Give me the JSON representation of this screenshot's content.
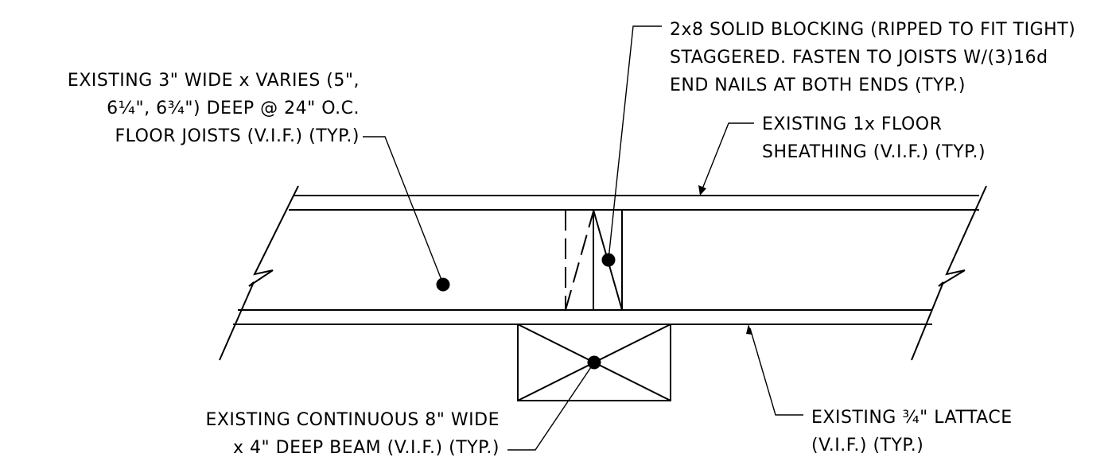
{
  "labels": {
    "joists": [
      "EXISTING 3\" WIDE x VARIES (5\",",
      "6¼\", 6¾\") DEEP @ 24\" O.C.",
      "FLOOR JOISTS (V.I.F.) (TYP.)"
    ],
    "blocking": [
      "2x8 SOLID BLOCKING (RIPPED TO FIT TIGHT)",
      "STAGGERED. FASTEN TO JOISTS W/(3)16d",
      "END NAILS AT BOTH ENDS (TYP.)"
    ],
    "sheathing": [
      "EXISTING 1x FLOOR",
      "SHEATHING (V.I.F.) (TYP.)"
    ],
    "beam": [
      "EXISTING CONTINUOUS 8\" WIDE",
      "x 4\" DEEP BEAM (V.I.F.) (TYP.)"
    ],
    "lattace": [
      "EXISTING ¾\" LATTACE",
      "(V.I.F.) (TYP.)"
    ]
  },
  "colors": {
    "line": "#000000",
    "background": "#ffffff"
  }
}
